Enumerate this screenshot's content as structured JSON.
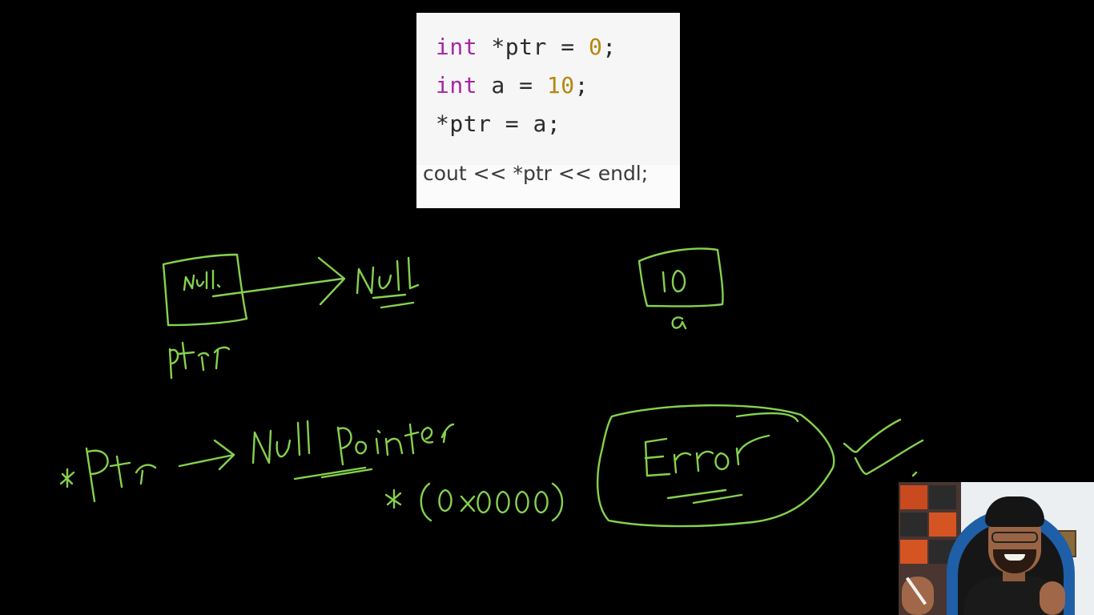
{
  "code_snippet": {
    "line1_kw": "int",
    "line1_rest": " *ptr = ",
    "line1_num": "0",
    "line1_end": ";",
    "line2_kw": "int",
    "line2_rest": " a = ",
    "line2_num": "10",
    "line2_end": ";",
    "line3": "*ptr = a;",
    "output_line": "cout << *ptr << endl;"
  },
  "colors": {
    "ink": "#86d24e",
    "keyword": "#a626a4",
    "number": "#b6860d",
    "background": "#000000"
  },
  "webcam": {
    "description_icon": "presenter-webcam"
  }
}
